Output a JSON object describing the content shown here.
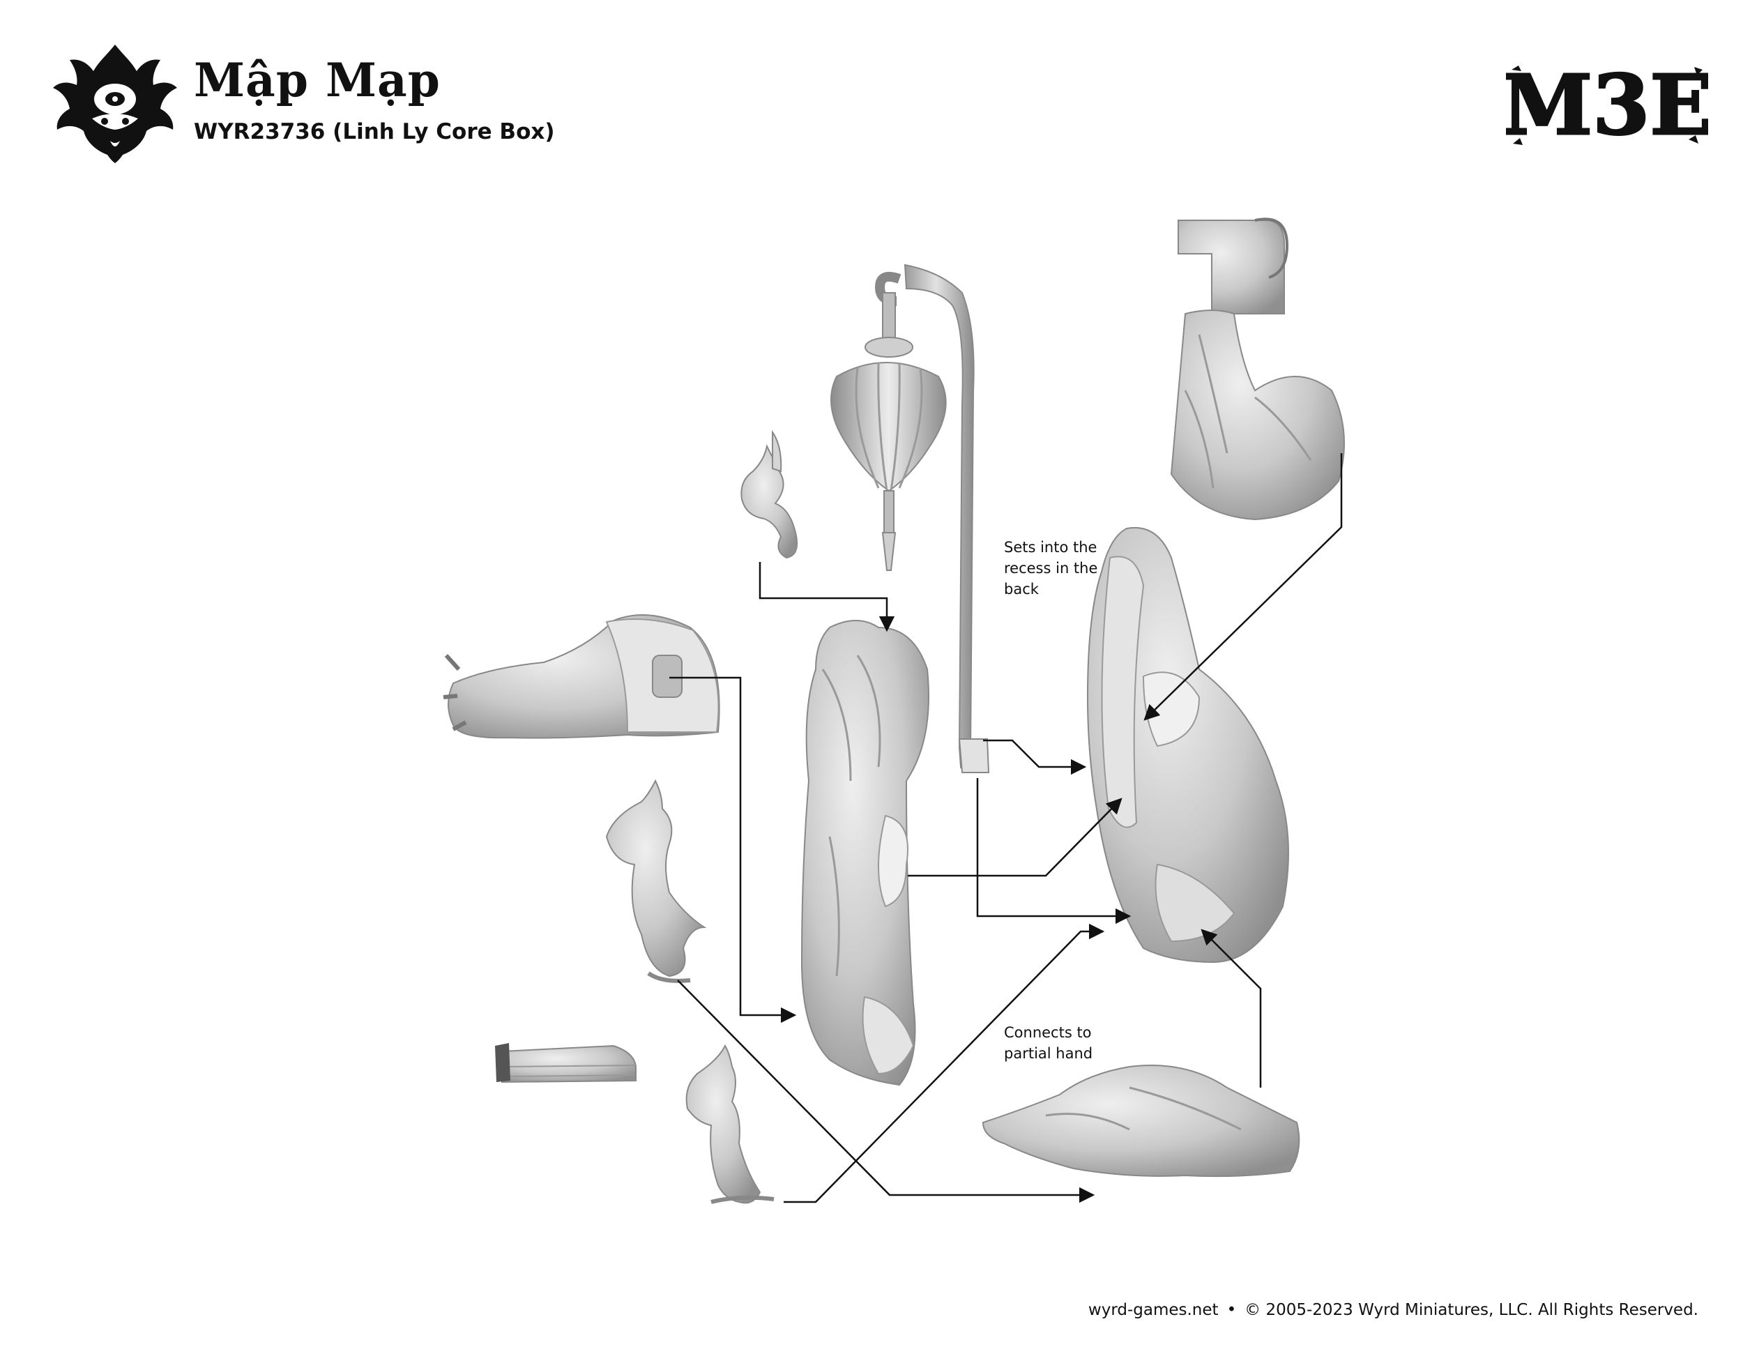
{
  "header": {
    "title": "Mập Mạp",
    "subtitle": "WYR23736 (Linh Ly Core Box)",
    "brand_logo_text": "M3E"
  },
  "icons": {
    "crest": "dragon-lotus-crest-icon"
  },
  "callouts": [
    {
      "lines": [
        "Sets into the",
        "recess in the",
        "back"
      ]
    },
    {
      "lines": [
        "Connects to",
        "partial hand"
      ]
    }
  ],
  "footer": {
    "website": "wyrd-games.net",
    "separator": "•",
    "copyright": "© 2005-2023 Wyrd Miniatures, LLC. All Rights Reserved."
  },
  "colors": {
    "ink": "#111111",
    "part_fill": "#cfcfcf",
    "part_shade": "#9a9a9a",
    "part_light": "#ececec"
  }
}
